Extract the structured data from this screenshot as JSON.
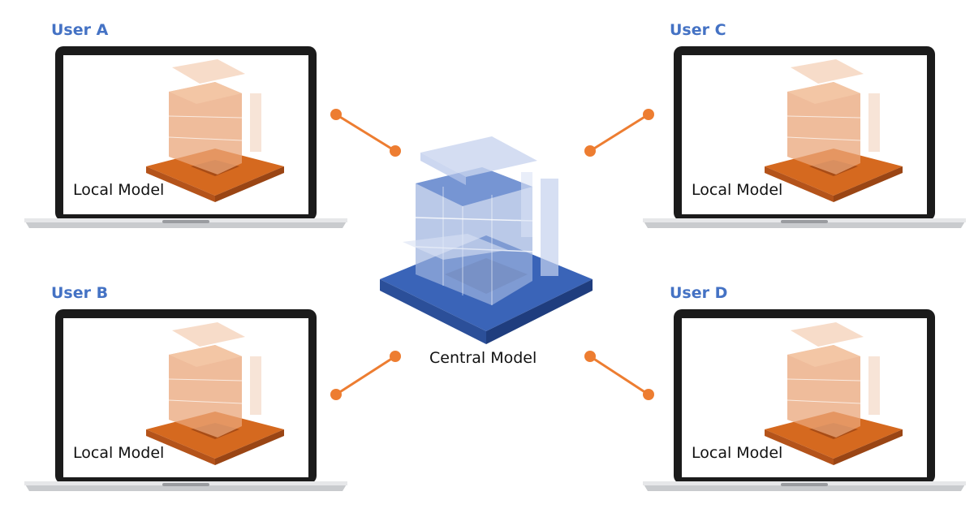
{
  "central": {
    "label": "Central Model",
    "color": "#3a64b8"
  },
  "accent": {
    "user_label": "#4472c4",
    "connector": "#ed7d31",
    "local_model": "#d5691f"
  },
  "users": [
    {
      "name": "User A",
      "model_label": "Local Model"
    },
    {
      "name": "User B",
      "model_label": "Local Model"
    },
    {
      "name": "User C",
      "model_label": "Local Model"
    },
    {
      "name": "User D",
      "model_label": "Local Model"
    }
  ]
}
